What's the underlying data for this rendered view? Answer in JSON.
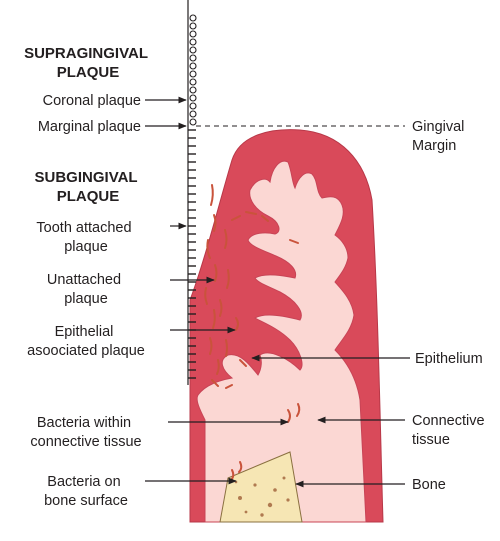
{
  "headings": {
    "supragingival": [
      "SUPRAGINGIVAL",
      "PLAQUE"
    ],
    "subgingival": [
      "SUBGINGIVAL",
      "PLAQUE"
    ]
  },
  "left_labels": {
    "coronal": [
      "Coronal plaque"
    ],
    "marginal": [
      "Marginal plaque"
    ],
    "tooth_attached": [
      "Tooth attached",
      "plaque"
    ],
    "unattached": [
      "Unattached",
      "plaque"
    ],
    "epithelial_associated": [
      "Epithelial",
      "asoociated plaque"
    ],
    "bacteria_connective": [
      "Bacteria within",
      "connective tissue"
    ],
    "bacteria_bone": [
      "Bacteria on",
      "bone surface"
    ]
  },
  "right_labels": {
    "gingival_margin": [
      "Gingival",
      "Margin"
    ],
    "epithelium": [
      "Epithelium"
    ],
    "connective_tissue": [
      "Connective",
      "tissue"
    ],
    "bone": [
      "Bone"
    ]
  },
  "colors": {
    "epithelium": "#d94a5a",
    "connective_tissue": "#fbd7d3",
    "bone": "#f6e6b4",
    "bacteria": "#c9533b",
    "line": "#231f20"
  }
}
